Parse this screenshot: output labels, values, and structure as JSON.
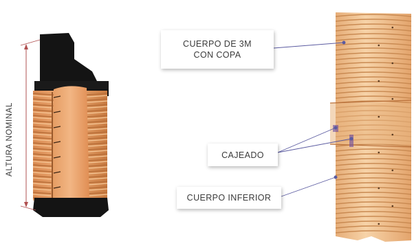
{
  "labels": {
    "altura_nominal": "ALTURA NOMINAL",
    "cuerpo_line1": "CUERPO DE 3M",
    "cuerpo_line2": "CON COPA",
    "cajeado": "CAJEADO",
    "cuerpo_inferior": "CUERPO INFERIOR"
  },
  "colors": {
    "pipe_orange": "#e8a06a",
    "pipe_light": "#f4c598",
    "rib_shadow": "#c97c45",
    "black_cap": "#111111",
    "leader_line": "#5a5aa0",
    "dimension_line": "#b05050"
  }
}
